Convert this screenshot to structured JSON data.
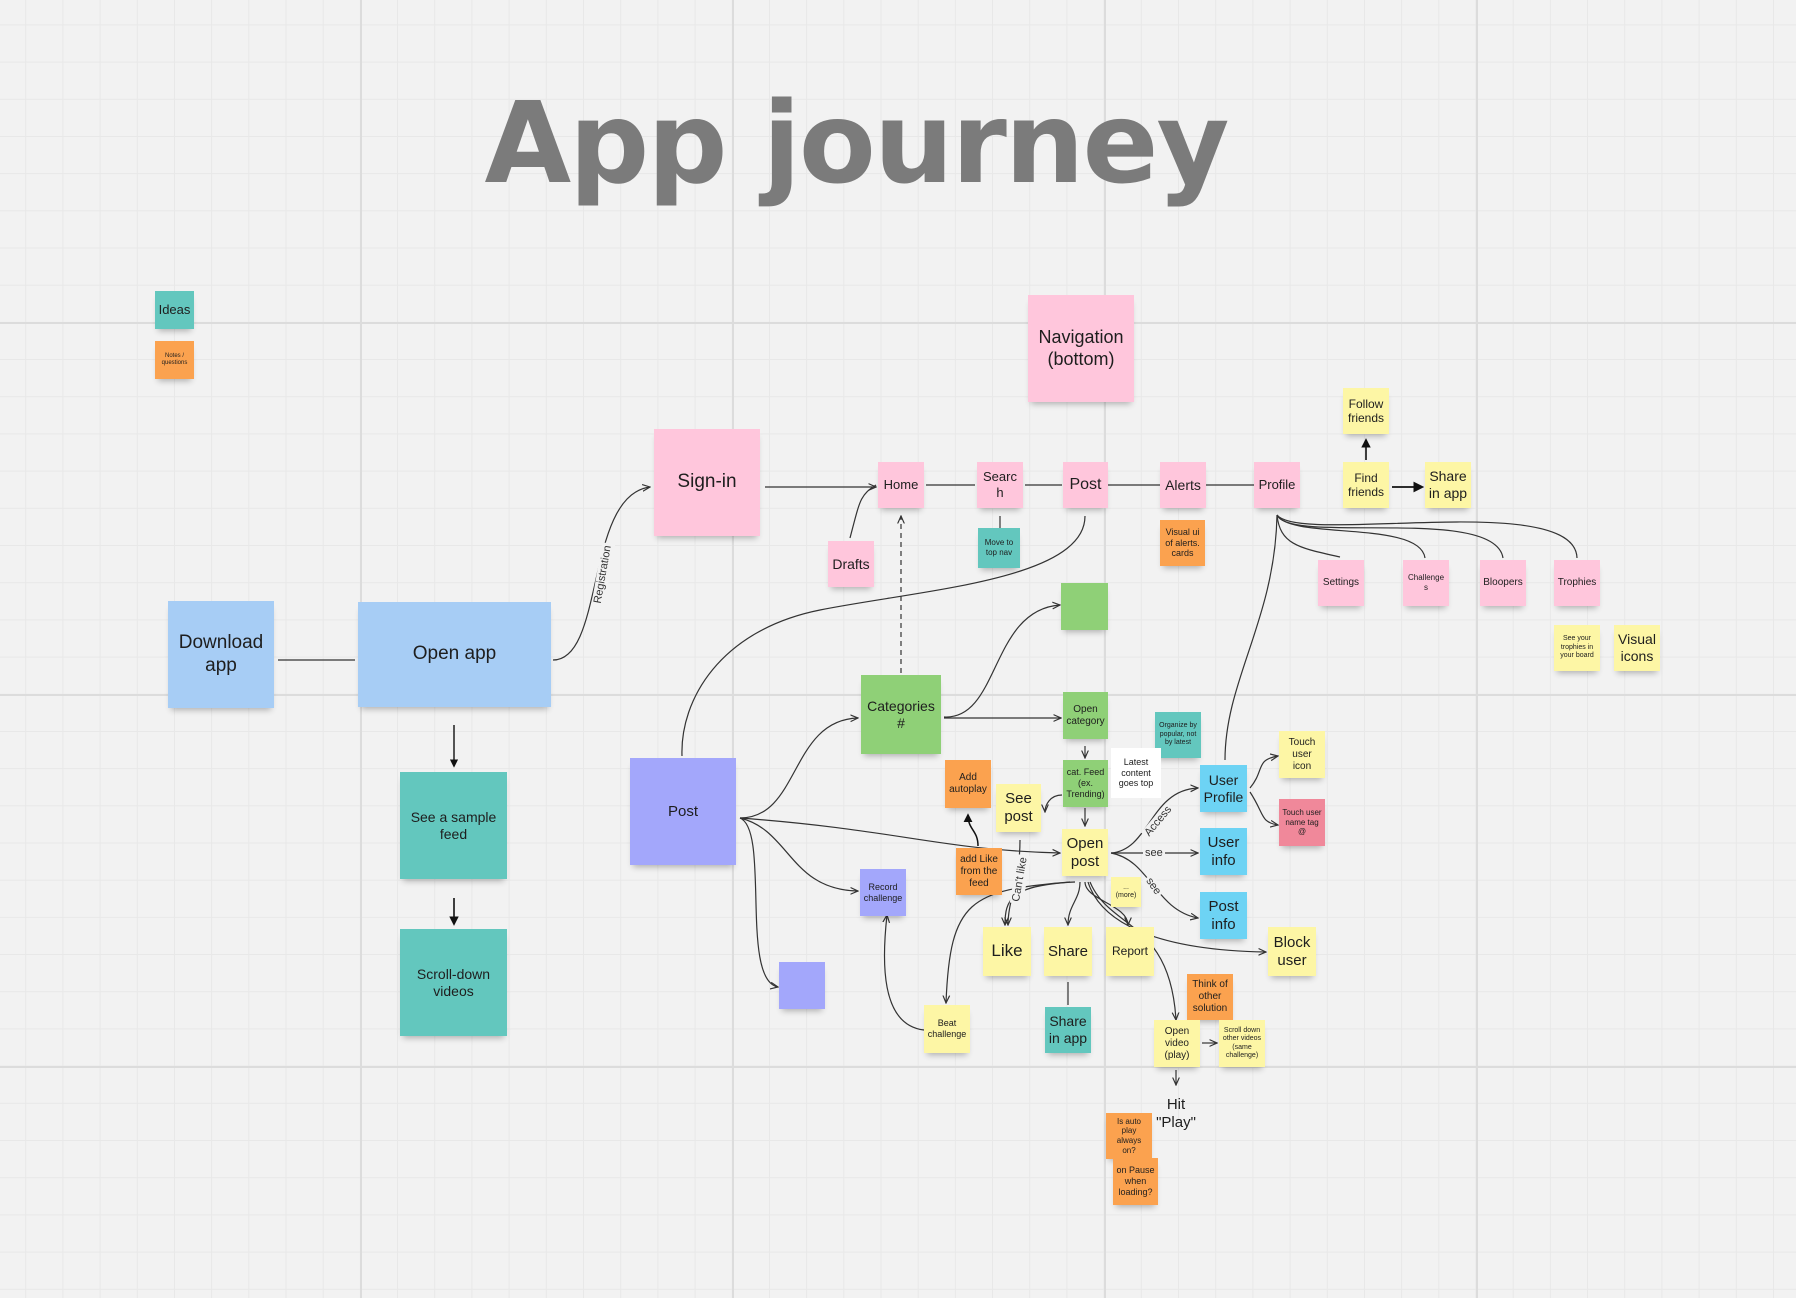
{
  "board": {
    "title": "App journey",
    "legend": {
      "ideas": "Ideas",
      "notes": "Notes / questions"
    }
  },
  "notes": {
    "navigation": "Navigation (bottom)",
    "sign_in": "Sign-in",
    "download_app": "Download app",
    "open_app": "Open app",
    "sample_feed": "See a sample feed",
    "scroll_videos": "Scroll-down videos",
    "home": "Home",
    "search": "Search",
    "post_nav": "Post",
    "alerts": "Alerts",
    "profile": "Profile",
    "drafts": "Drafts",
    "move_top_nav": "Move to top nav",
    "alerts_visual": "Visual ui of alerts. cards",
    "follow_friends": "Follow friends",
    "find_friends": "Find friends",
    "share_in_app_top": "Share in app",
    "settings": "Settings",
    "challenges": "Challenges",
    "bloopers": "Bloopers",
    "trophies": "Trophies",
    "see_trophies": "See your trophies in your board",
    "visual_icons": "Visual icons",
    "categories": "Categories #",
    "green_empty": "",
    "post_main": "Post",
    "record_challenge": "Record challenge",
    "purple_empty": "",
    "open_category": "Open category",
    "organize_popular": "Organize by popular, not by latest",
    "cat_feed": "cat. Feed (ex. Trending)",
    "latest_content": "Latest content goes top",
    "add_autoplay": "Add autoplay",
    "see_post": "See post",
    "add_like": "add Like from the feed",
    "open_post": "Open post",
    "more": "... (more)",
    "user_profile": "User Profile",
    "touch_icon": "Touch user icon",
    "touch_name": "Touch user name tag @",
    "user_info": "User info",
    "post_info": "Post info",
    "like": "Like",
    "share": "Share",
    "report": "Report",
    "block_user": "Block user",
    "share_in_app": "Share in app",
    "beat_challenge": "Beat challenge",
    "think_other": "Think of other solution",
    "open_video": "Open video (play)",
    "scroll_other": "Scroll down other videos (same challenge)",
    "hit_play": "Hit \"Play\"",
    "autoplay_q": "Is auto play always on?",
    "pause_q": "on Pause when loading?"
  },
  "connector_labels": {
    "registration": "Registration",
    "access": "Access",
    "see": "see",
    "see2": "see",
    "cant_like": "Can't like"
  },
  "colors": {
    "pink": "#ffc6dc",
    "blue": "#a7cdf5",
    "teal": "#63c7be",
    "green": "#8fd077",
    "purple": "#a3a7fb",
    "yellow": "#fdf6a5",
    "orange": "#fba24f",
    "cyan": "#6dd3f4",
    "red": "#f0889a",
    "title": "#7b7b7b"
  }
}
